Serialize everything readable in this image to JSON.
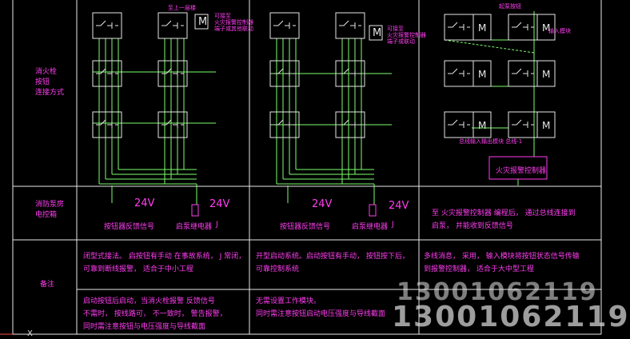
{
  "row_headers": {
    "linkage_mode": "消火栓\n按钮\n连接方式",
    "linkage_device": "消防泵房\n电控箱",
    "remarks": "备注"
  },
  "col1": {
    "voltage_a": "24V",
    "voltage_b": "24V",
    "signal_label": "按钮器反馈信号",
    "relay_label": "启泵继电器",
    "relay_symbol": "J",
    "callout_top": "至上一层楼",
    "callout_side": "可接至\n火灾报警控制器\n端子或其他联动",
    "remark_1": "闭型式接法。 启按钮有手动 在事故系统，  J 常闭，",
    "remark_2": "可靠到断线报警，  适合于中小工程",
    "remark_3": "启动按钮后启动，当消火栓报警        反馈信号",
    "remark_4": "不需时， 按线路可，  不一致时，  警告报警，",
    "remark_5": "同时需注意按钮与电压强度与导线截面"
  },
  "col2": {
    "voltage_a": "24V",
    "voltage_b": "24V",
    "signal_label": "按钮器反馈信号",
    "relay_label": "启泵继电器",
    "relay_symbol": "J",
    "callout_side": "可接至\n火灾报警控制器\n端子或联动",
    "remark_1": "开型启动系统。启动按钮有手动，    按钮按下后，",
    "remark_2": "可靠控制系统",
    "remark_3": "无需设置工作模块。",
    "remark_4": "同时需注意按钮启动电压强度与导线截面"
  },
  "col3": {
    "callout_top": "起泵按钮",
    "callout_right": "输入模块",
    "callout_bottom": "总线输入输出模块    总线-1",
    "controller_label": "火灾报警控制器",
    "device_text_1": "至  火灾报警控制器    编程后，    通过总线连接到",
    "device_text_2": "启泵，  并能收到反馈信号",
    "remark_1": "多线消息，  采用， 输入模块将按钮状态信号传输",
    "remark_2": "到报警控制器，        适合于大中型工程"
  },
  "module_symbol": "M",
  "watermark": {
    "line1": "13001062119",
    "line2": "13001062119"
  },
  "misc": {
    "x_mark": "X"
  },
  "colors": {
    "grid": "#e8e8e8",
    "wire": "#7dff6b",
    "text": "#ff3df0",
    "device": "#e6e6e6",
    "accent": "#ff4d4d"
  }
}
